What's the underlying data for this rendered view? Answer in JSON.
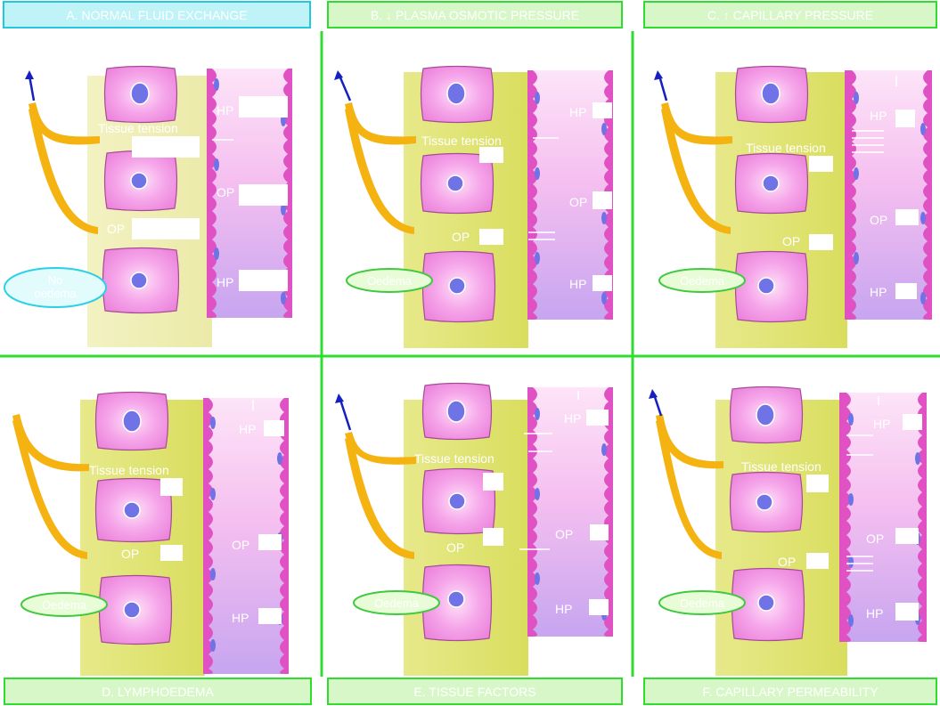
{
  "colors": {
    "grid_line": "#2fdc2f",
    "header_fill": "#d8f7c8",
    "header_fill_a": "#bff3f8",
    "header_stroke": "#2fdc2f",
    "header_stroke_a": "#27c6e0",
    "tissue": "#dbe06a",
    "tissue_light": "#efeead",
    "cell_fill": "#f28ee4",
    "cell_stroke": "#a64b96",
    "nucleus": "#6f73e6",
    "vessel_wall": "#e052c4",
    "vessel_light": "#fbd4f4",
    "vessel_purple": "#c6a7f0",
    "lymph": "#f5b312",
    "arrow_blue": "#1520c0",
    "oedema_stroke": "#3fc93f",
    "oedema_stroke_a": "#2ad0e6",
    "oedema_fill": "#e8fcd8",
    "oedema_fill_a": "#e2fbfd"
  },
  "panels": [
    {
      "id": "A",
      "header": "A. NORMAL FLUID EXCHANGE",
      "tissue_tension": "Tissue tension",
      "op_tissue": "OP",
      "hp_top": "HP",
      "op_vessel": "OP",
      "hp_bottom": "HP",
      "oedema_line1": "No",
      "oedema_line2": "oedema"
    },
    {
      "id": "B",
      "header": "B. ↓ PLASMA OSMOTIC PRESSURE",
      "tissue_tension": "Tissue tension",
      "op_tissue": "OP",
      "hp_top": "HP",
      "op_vessel": "OP",
      "hp_bottom": "HP",
      "oedema": "Oedema"
    },
    {
      "id": "C",
      "header": "C. ↑ CAPILLARY PRESSURE",
      "tissue_tension": "Tissue tension",
      "op_tissue": "OP",
      "hp_top": "HP",
      "op_vessel": "OP",
      "hp_bottom": "HP",
      "oedema": "Oedema"
    },
    {
      "id": "D",
      "header": "D. LYMPHOEDEMA",
      "tissue_tension": "Tissue tension",
      "op_tissue": "OP",
      "hp_top": "HP",
      "op_vessel": "OP",
      "hp_bottom": "HP",
      "oedema": "Oedema"
    },
    {
      "id": "E",
      "header": "E. TISSUE FACTORS",
      "tissue_tension": "Tissue tension",
      "op_tissue": "OP",
      "hp_top": "HP",
      "op_vessel": "OP",
      "hp_bottom": "HP",
      "oedema": "Oedema"
    },
    {
      "id": "F",
      "header": "F. CAPILLARY PERMEABILITY",
      "tissue_tension": "Tissue tension",
      "op_tissue": "OP",
      "hp_top": "HP",
      "op_vessel": "OP",
      "hp_bottom": "HP",
      "oedema": "Oedema"
    }
  ]
}
